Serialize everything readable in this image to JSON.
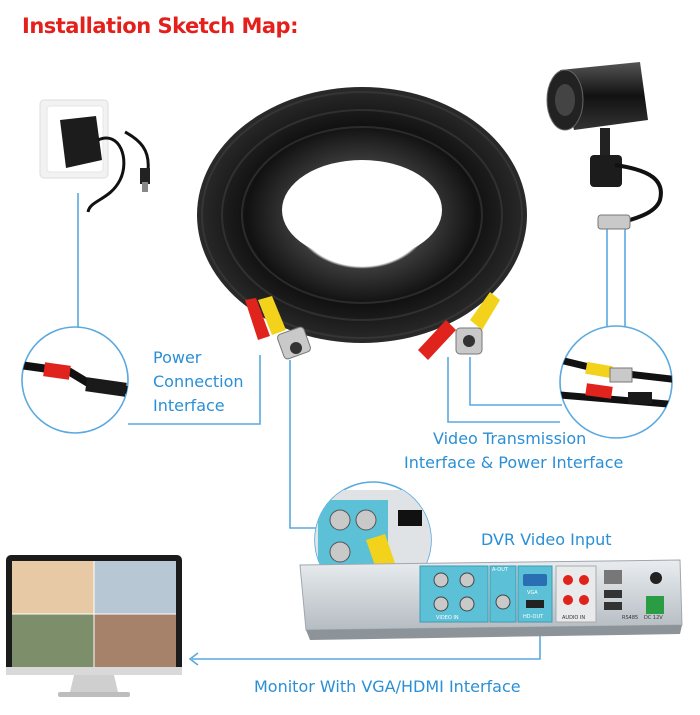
{
  "title": "Installation Sketch Map:",
  "labels": {
    "power_line1": "Power",
    "power_line2": "Connection",
    "power_line3": "Interface",
    "video_line1": "Video Transmission",
    "video_line2": "Interface & Power Interface",
    "dvr_input": "DVR Video Input",
    "monitor": "Monitor With VGA/HDMI Interface"
  },
  "dvr_panel": {
    "video_in": "VIDEO IN",
    "a_out": "A-OUT",
    "vga": "VGA",
    "hd_out": "HD-OUT",
    "audio_in": "AUDIO IN",
    "rs485": "RS485",
    "dc12v": "DC 12V"
  },
  "colors": {
    "title": "#e4201c",
    "label": "#2a8fd6",
    "connector_line": "#5aa9e0",
    "cable": "#1a1a1a",
    "video_plug": "#f2d21a",
    "power_plug": "#e0231d"
  },
  "icons": [
    "power-adapter-icon",
    "cable-coil-icon",
    "camera-icon",
    "monitor-icon",
    "dvr-icon"
  ]
}
